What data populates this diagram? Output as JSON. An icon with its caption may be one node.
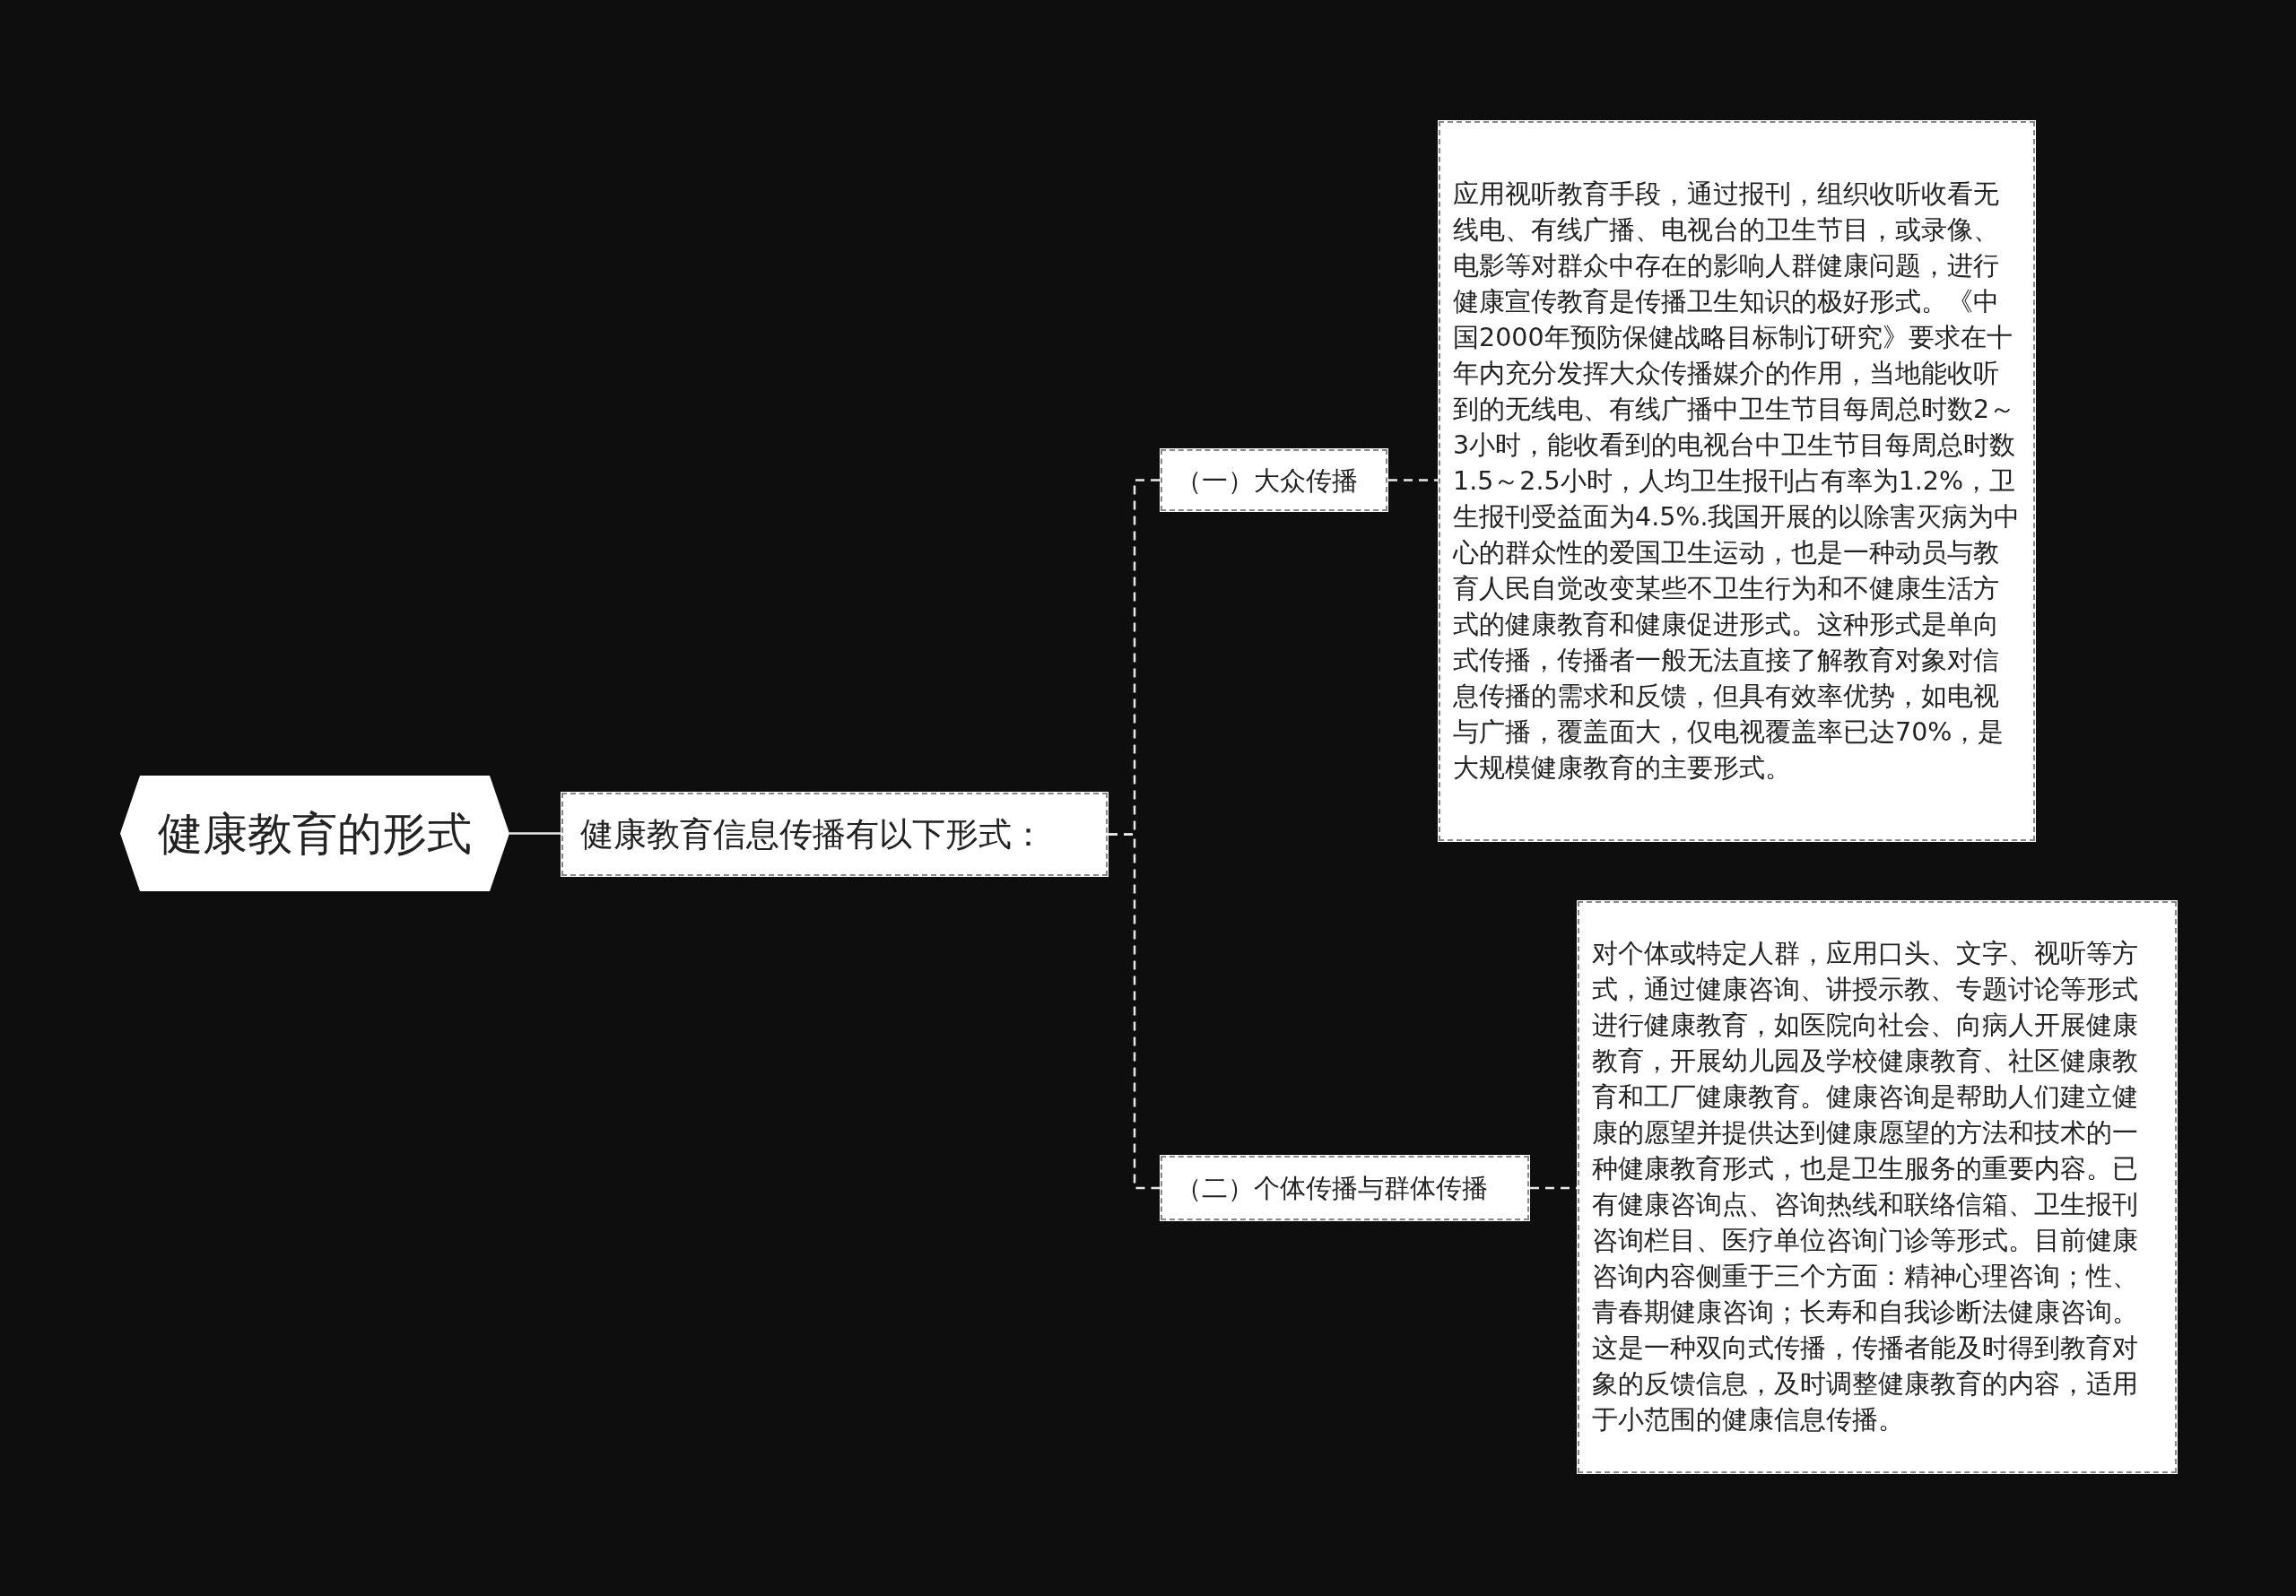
{
  "diagram": {
    "nodes": [
      {
        "text": [
          "健康教育的形式"
        ]
      },
      {
        "text": [
          "健康教育信息传播有以下形式："
        ]
      },
      {
        "text": [
          "（一）大众传播"
        ]
      },
      {
        "text": [
          "应用视听教育手段，通过报刊，组织收听收看无线电、有线广播、电视台的卫生节目，或录像、电影等对群众中存在的影响人群健康问题，进行健康宣传教育是传播卫生知识的极好形式。《中国2000年预防保健战略目标制订研究》要求在十年内充分发挥大众传播媒介的作用，当地能收听到的无线电、有线广播中卫生节目每周总时数2～3小时，能收看到的电视台中卫生节目每周总时数1.5～2.5小时，人均卫生报刊占有率为1.2%，卫生报刊受益面为4.5%.我国开展的以除害灭病为中心的群众性的爱国卫生运动，也是一种动员与教育人民自觉改变某些不卫生行为和不健康生活方式的健康教育和健康促进形式。这种形式是单向式传播，传播者一般无法直接了解教育对象对信息传播的需求和反馈，但具有效率优势，如电视与广播，覆盖面大，仅电视覆盖率已达70%，是大规模健康教育的主要形式。"
        ]
      },
      {
        "text": [
          "（二）个体传播与群体传播"
        ]
      },
      {
        "text": [
          "对个体或特定人群，应用口头、文字、视听等方式，通过健康咨询、讲授示教、专题讨论等形式进行健康教育，如医院向社会、向病人开展健康教育，开展幼儿园及学校健康教育、社区健康教育和工厂健康教育。健康咨询是帮助人们建立健康的愿望并提供达到健康愿望的方法和技术的一种健康教育形式，也是卫生服务的重要内容。已有健康咨询点、咨询热线和联络信箱、卫生报刊咨询栏目、医疗单位咨询门诊等形式。目前健康咨询内容侧重于三个方面：精神心理咨询；性、青春期健康咨询；长寿和自我诊断法健康咨询。这是一种双向式传播，传播者能及时得到教育对象的反馈信息，及时调整健康教育的内容，适用于小范围的健康信息传播。"
        ]
      }
    ],
    "edges": [
      {
        "from": 0,
        "to": 1,
        "arrow": "none"
      },
      {
        "from": 1,
        "to": 2,
        "arrow": "none",
        "style": "dashed"
      },
      {
        "from": 1,
        "to": 4,
        "arrow": "none",
        "style": "dashed"
      },
      {
        "from": 2,
        "to": 3,
        "arrow": "none",
        "style": "dashed"
      },
      {
        "from": 4,
        "to": 5,
        "arrow": "none",
        "style": "dashed"
      }
    ]
  }
}
